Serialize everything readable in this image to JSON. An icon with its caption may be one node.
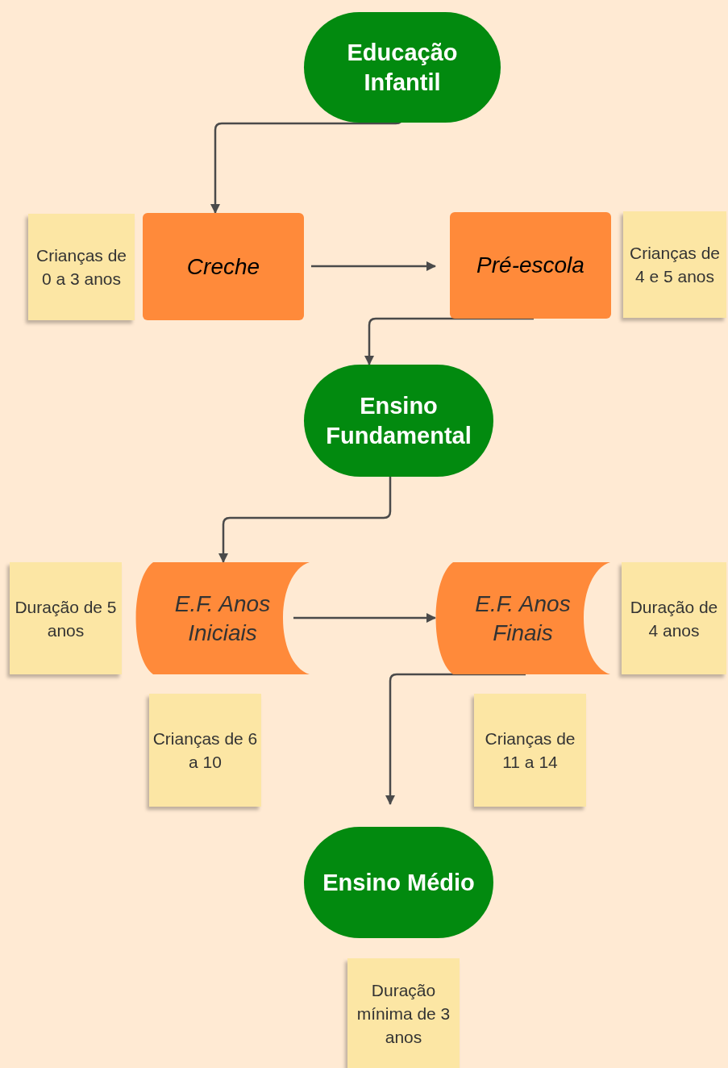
{
  "diagram": {
    "nodes": [
      {
        "text": [
          "Educação Infantil"
        ]
      },
      {
        "text": [
          "Crianças de 0 a 3 anos"
        ]
      },
      {
        "text": [
          "Creche"
        ]
      },
      {
        "text": [
          "Pré-escola"
        ]
      },
      {
        "text": [
          "Crianças de 4 e 5 anos"
        ]
      },
      {
        "text": [
          "Ensino Fundamental"
        ]
      },
      {
        "text": [
          "Duração de 5 anos"
        ]
      },
      {
        "text": [
          "E.F. Anos Iniciais"
        ]
      },
      {
        "text": [
          "E.F. Anos Finais"
        ]
      },
      {
        "text": [
          "Duração de 4 anos"
        ]
      },
      {
        "text": [
          "Crianças de 6 a 10"
        ]
      },
      {
        "text": [
          "Crianças de 11 a 14"
        ]
      },
      {
        "text": [
          "Ensino Médio"
        ]
      },
      {
        "text": [
          "Duração mínima de 3 anos"
        ]
      }
    ],
    "edges": [
      {
        "from": 0,
        "to": 2,
        "arrow": "to"
      },
      {
        "from": 2,
        "to": 3,
        "arrow": "to"
      },
      {
        "from": 3,
        "to": 5,
        "arrow": "to"
      },
      {
        "from": 5,
        "to": 7,
        "arrow": "to"
      },
      {
        "from": 7,
        "to": 8,
        "arrow": "to"
      },
      {
        "from": 8,
        "to": 12,
        "arrow": "to"
      }
    ]
  }
}
